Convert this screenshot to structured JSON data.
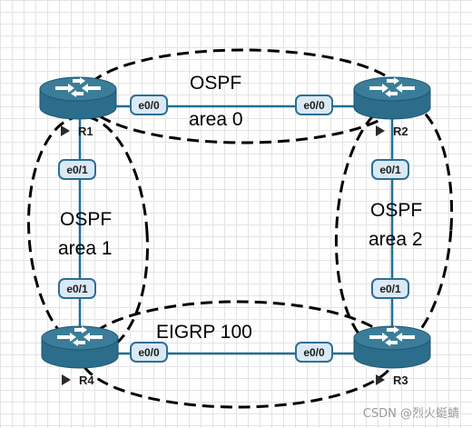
{
  "areas": {
    "area0": {
      "line1": "OSPF",
      "line2": "area 0"
    },
    "area1": {
      "line1": "OSPF",
      "line2": "area 1"
    },
    "area2": {
      "line1": "OSPF",
      "line2": "area 2"
    },
    "eigrp": {
      "label": "EIGRP 100"
    }
  },
  "routers": [
    {
      "name": "R1"
    },
    {
      "name": "R2"
    },
    {
      "name": "R3"
    },
    {
      "name": "R4"
    }
  ],
  "ports": {
    "r1_r2_left": "e0/0",
    "r1_r2_right": "e0/0",
    "r1_r4_top": "e0/1",
    "r1_r4_bottom": "e0/1",
    "r2_r3_top": "e0/1",
    "r2_r3_bottom": "e0/1",
    "r4_r3_left": "e0/0",
    "r4_r3_right": "e0/0"
  },
  "watermark": "CSDN @烈火蜓蜻",
  "colors": {
    "link": "#1f6f96",
    "router_top": "#3b7d98",
    "router_body": "#2b6d8a",
    "port_fill": "#dbe9f4",
    "port_stroke": "#2c6f97",
    "dashed": "#000000"
  }
}
